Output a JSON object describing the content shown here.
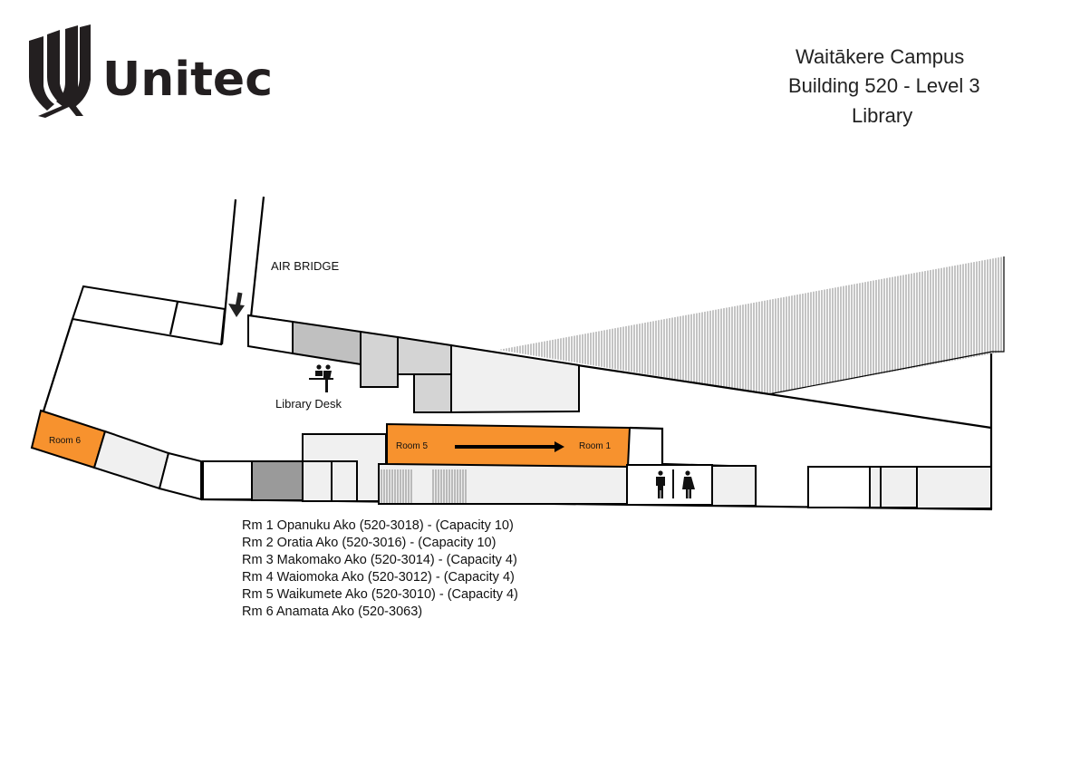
{
  "logo": {
    "text": "Unitec"
  },
  "header": {
    "campus": "Waitākere Campus",
    "building": "Building 520 - Level 3",
    "area": "Library"
  },
  "map": {
    "air_bridge_label": "AIR BRIDGE",
    "library_desk_label": "Library Desk",
    "room6_label": "Room 6",
    "room5_label": "Room 5",
    "room1_label": "Room 1",
    "colors": {
      "highlight": "#F7922E",
      "gray_dark": "#9A9A9A",
      "gray_mid": "#C0C0C0",
      "gray_light": "#D4D4D4",
      "gray_pale": "#F0F0F0"
    }
  },
  "legend": [
    "Rm 1 Opanuku Ako (520-3018) - (Capacity 10)",
    "Rm 2 Oratia Ako (520-3016) - (Capacity 10)",
    "Rm 3 Makomako Ako (520-3014) - (Capacity 4)",
    "Rm 4 Waiomoka Ako (520-3012) - (Capacity 4)",
    "Rm 5 Waikumete Ako (520-3010) - (Capacity 4)",
    "Rm 6 Anamata Ako (520-3063)"
  ]
}
